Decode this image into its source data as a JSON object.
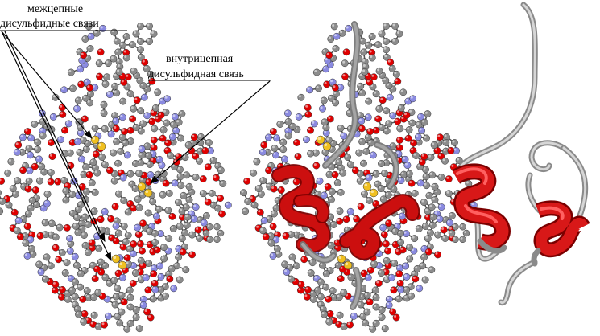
{
  "labels": {
    "inter_line1": "межцепные",
    "inter_line2": "дисульфидные связи",
    "intra_line1": "внутрицепная",
    "intra_line2": "дисульфидная связь"
  },
  "colors": {
    "carbon": "#8c8c8c",
    "oxygen": "#e00000",
    "nitrogen": "#8a8ae0",
    "sulfur": "#f0c020",
    "helix": "#d01010",
    "coil": "#a8a8a8",
    "bond": "#555555",
    "background": "#ffffff"
  },
  "panels": [
    {
      "id": "ball-and-stick-model",
      "type": "ball-and-stick"
    },
    {
      "id": "ball-and-stick-with-ribbon",
      "type": "ball-and-stick + ribbon"
    },
    {
      "id": "ribbon-model",
      "type": "ribbon"
    }
  ]
}
